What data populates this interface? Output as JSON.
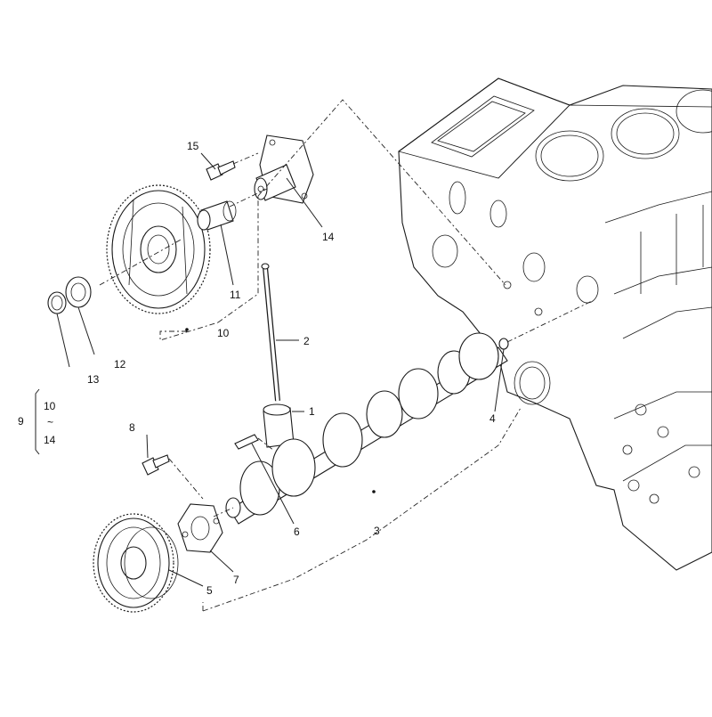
{
  "diagram": {
    "callouts": {
      "c1": "1",
      "c2": "2",
      "c3": "3",
      "c4": "4",
      "c5": "5",
      "c6": "6",
      "c7": "7",
      "c8": "8",
      "c9": "9",
      "c10": "10",
      "c11": "11",
      "c12": "12",
      "c13": "13",
      "c14": "14",
      "c15": "15"
    },
    "group_range": {
      "start": "10",
      "tilde": "~",
      "end": "14"
    }
  }
}
